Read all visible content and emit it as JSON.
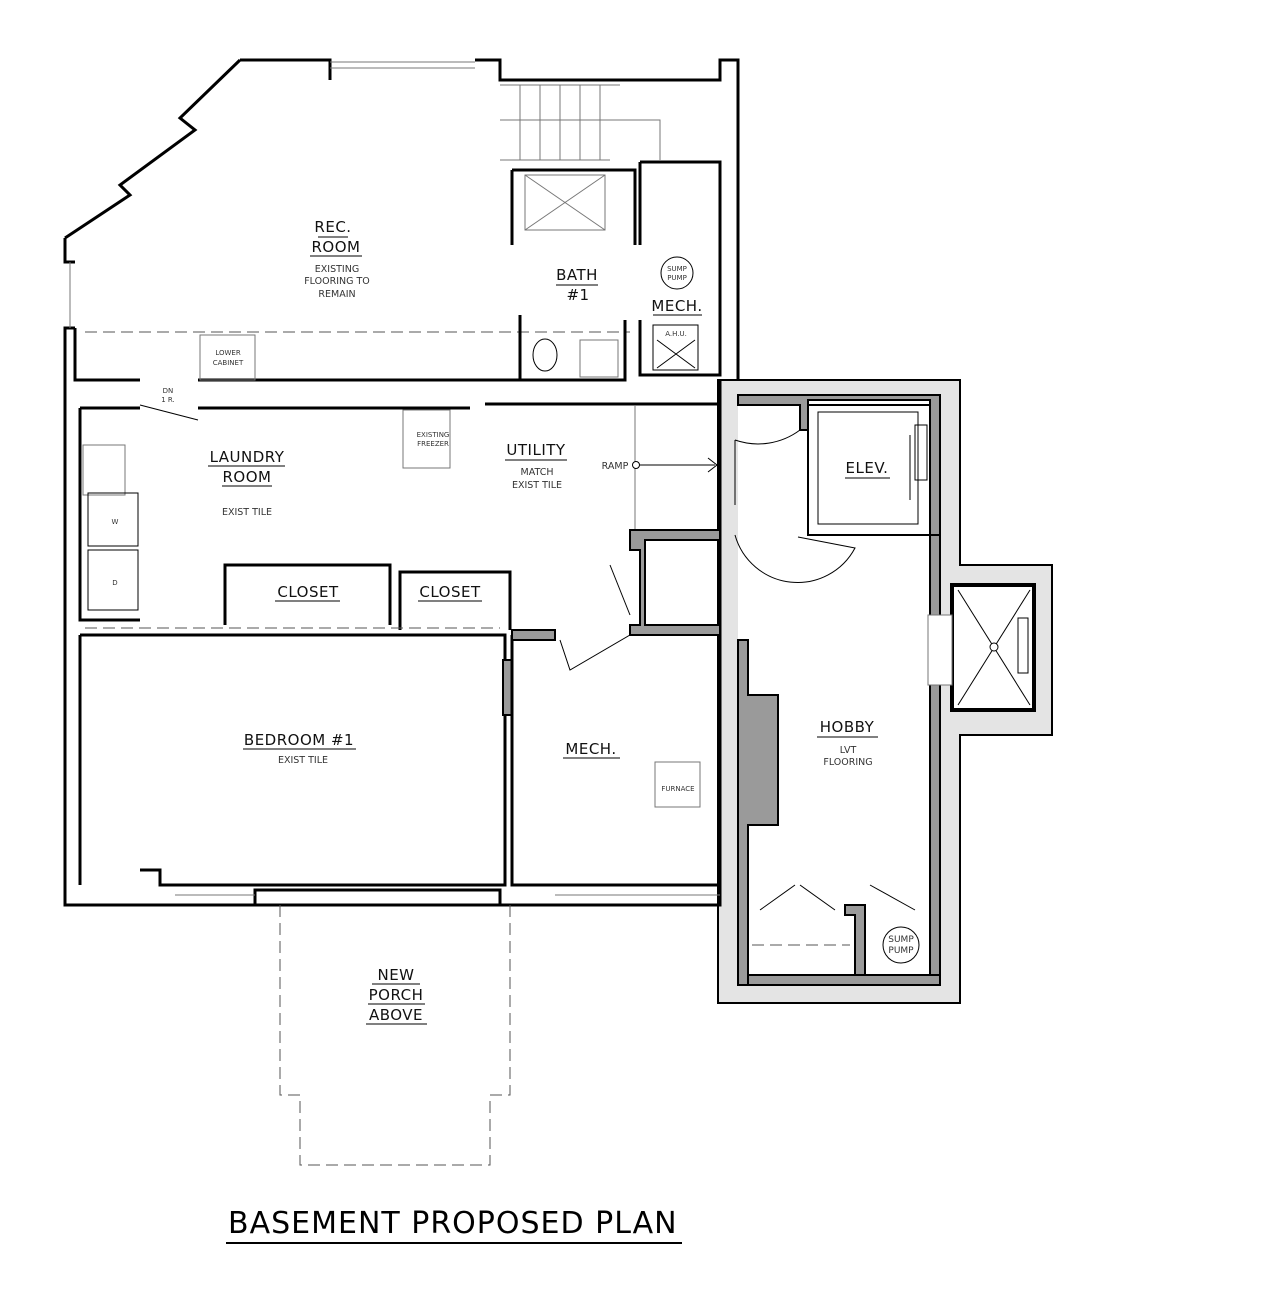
{
  "title": "BASEMENT PROPOSED PLAN",
  "rooms": {
    "rec_room": {
      "name_1": "REC.",
      "name_2": "ROOM",
      "note_1": "EXISTING",
      "note_2": "FLOORING TO",
      "note_3": "REMAIN"
    },
    "bath": {
      "name_1": "BATH",
      "name_2": "#1"
    },
    "mech_upper": {
      "name": "MECH."
    },
    "laundry": {
      "name_1": "LAUNDRY",
      "name_2": "ROOM",
      "note": "EXIST TILE"
    },
    "utility": {
      "name": "UTILITY",
      "note_1": "MATCH",
      "note_2": "EXIST TILE"
    },
    "elev": {
      "name": "ELEV."
    },
    "closet_1": {
      "name": "CLOSET"
    },
    "closet_2": {
      "name": "CLOSET"
    },
    "bedroom": {
      "name": "BEDROOM #1",
      "note": "EXIST TILE"
    },
    "mech_lower": {
      "name": "MECH."
    },
    "hobby": {
      "name": "HOBBY",
      "note_1": "LVT",
      "note_2": "FLOORING"
    },
    "porch": {
      "line_1": "NEW",
      "line_2": "PORCH",
      "line_3": "ABOVE"
    }
  },
  "fixtures": {
    "sump_pump_upper": {
      "line_1": "SUMP",
      "line_2": "PUMP"
    },
    "ahu": "A.H.U.",
    "lower_cabinet": {
      "line_1": "LOWER",
      "line_2": "CABINET"
    },
    "stair_dn": {
      "line_1": "DN",
      "line_2": "1 R."
    },
    "freezer": {
      "line_1": "EXISTING",
      "line_2": "FREEZER"
    },
    "ramp": "RAMP",
    "washer": "W",
    "dryer": "D",
    "furnace": "FURNACE",
    "sump_pump_lower": {
      "line_1": "SUMP",
      "line_2": "PUMP"
    }
  }
}
